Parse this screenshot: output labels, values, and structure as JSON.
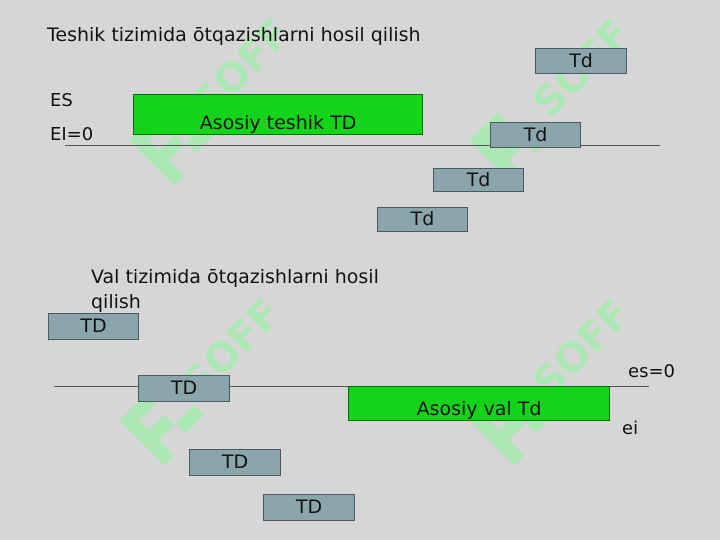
{
  "hole_system": {
    "title": "Teshik tizimida ōtqazishlarni hosil qilish",
    "es_label": "ES",
    "ei_label": "EI=0",
    "main_label": "Asosiy teshik TD",
    "td_labels": [
      "Td",
      "Td",
      "Td",
      "Td"
    ]
  },
  "shaft_system": {
    "title": "Val tizimida ōtqazishlarni hosil qilish",
    "es_label": "es=0",
    "ei_label": "ei",
    "main_label": "Asosiy val Td",
    "td_labels": [
      "TD",
      "TD",
      "TD",
      "TD"
    ]
  },
  "colors": {
    "background": "#d6d6d6",
    "main_zone": "#13d41a",
    "fit_zone": "#8aa5ab",
    "watermark": "#a8eab0"
  },
  "watermark_text": "SOFF"
}
